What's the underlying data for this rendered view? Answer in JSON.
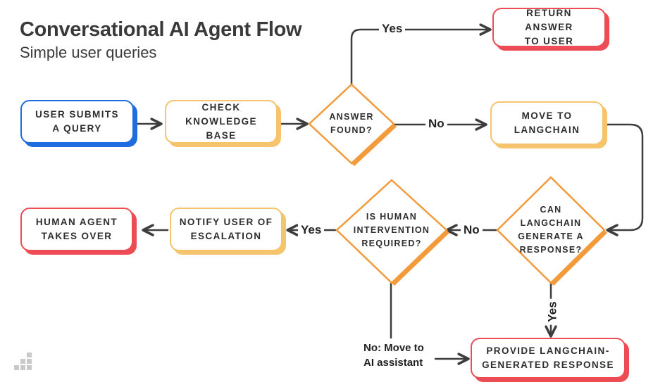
{
  "header": {
    "title": "Conversational AI Agent Flow",
    "subtitle": "Simple user queries"
  },
  "nodes": {
    "user_submits": [
      "USER SUBMITS",
      "A QUERY"
    ],
    "check_kb": [
      "CHECK",
      "KNOWLEDGE BASE"
    ],
    "answer_found": [
      "ANSWER",
      "FOUND?"
    ],
    "return_answer": [
      "RETURN ANSWER",
      "TO USER"
    ],
    "move_langchain": [
      "MOVE TO",
      "LANGCHAIN"
    ],
    "can_langchain": [
      "CAN",
      "LANGCHAIN",
      "GENERATE A",
      "RESPONSE?"
    ],
    "human_required": [
      "IS HUMAN",
      "INTERVENTION",
      "REQUIRED?"
    ],
    "notify_user": [
      "NOTIFY USER OF",
      "ESCALATION"
    ],
    "human_agent": [
      "HUMAN AGENT",
      "TAKES OVER"
    ],
    "provide_response": [
      "PROVIDE LANGCHAIN-",
      "GENERATED RESPONSE"
    ]
  },
  "edge_labels": {
    "answer_yes": "Yes",
    "answer_no": "No",
    "can_no": "No",
    "human_yes": "Yes",
    "can_yes": "Yes",
    "human_no": [
      "No: Move to",
      "AI assistant"
    ]
  },
  "colors": {
    "blue": "#1e6de0",
    "yellow": "#f6c46d",
    "red": "#ee4c55",
    "orange": "#f39a3a",
    "line": "#3d3d3d"
  },
  "logo": {
    "icon": "bar-chart-logo-icon"
  }
}
